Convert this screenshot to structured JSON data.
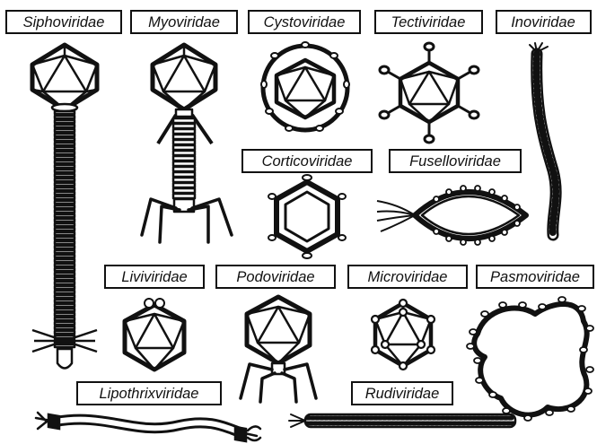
{
  "colors": {
    "ink": "#111111",
    "paper": "#ffffff"
  },
  "families": {
    "siphoviridae": "Siphoviridae",
    "myoviridae": "Myoviridae",
    "cystoviridae": "Cystoviridae",
    "tectiviridae": "Tectiviridae",
    "inoviridae": "Inoviridae",
    "corticoviridae": "Corticoviridae",
    "fuselloviridae": "Fuselloviridae",
    "liviviridae": "Liviviridae",
    "podoviridae": "Podoviridae",
    "microviridae": "Microviridae",
    "pasmoviridae": "Pasmoviridae",
    "lipothrixviridae": "Lipothrixviridae",
    "rudiviridae": "Rudiviridae"
  }
}
